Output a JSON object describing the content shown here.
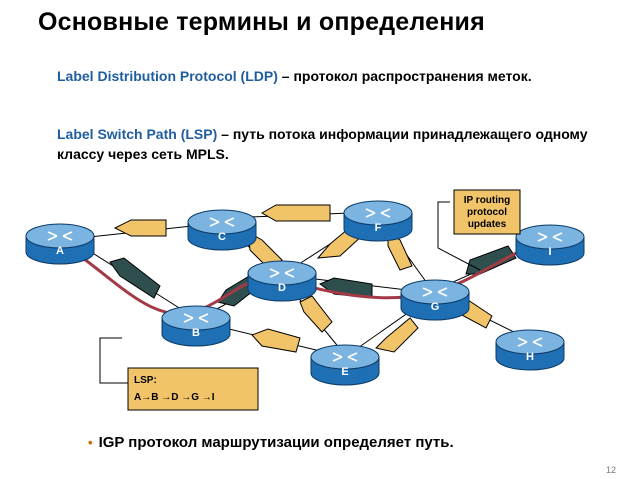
{
  "title": "Основные термины и определения",
  "definitions": [
    {
      "term": "Label Distribution Protocol (LDP)",
      "text": " – протокол распространения меток."
    },
    {
      "term": "Label Switch Path (LSP)",
      "text": " – путь потока информации принадлежащего одному классу через сеть MPLS."
    }
  ],
  "routers": [
    {
      "id": "A",
      "label": "A"
    },
    {
      "id": "B",
      "label": "B"
    },
    {
      "id": "C",
      "label": "C"
    },
    {
      "id": "D",
      "label": "D"
    },
    {
      "id": "E",
      "label": "E"
    },
    {
      "id": "F",
      "label": "F"
    },
    {
      "id": "G",
      "label": "G"
    },
    {
      "id": "H",
      "label": "H"
    },
    {
      "id": "I",
      "label": "I"
    }
  ],
  "ip_routing_callout": {
    "lines": [
      "IP routing",
      "protocol",
      "updates"
    ]
  },
  "lsp_callout": {
    "line1": "LSP:",
    "line2": "A→B →D →G →I"
  },
  "bullet": "IGP протокол маршрутизации определяет путь.",
  "page_number": "12",
  "colors": {
    "router_body": "#1f6fb5",
    "router_top": "#7bb4e0",
    "ldp_arrow": "#f2c46a",
    "lsp_arrow": "#2f4f4f",
    "lsp_path": "#a33a46",
    "term": "#1f5d9e"
  }
}
